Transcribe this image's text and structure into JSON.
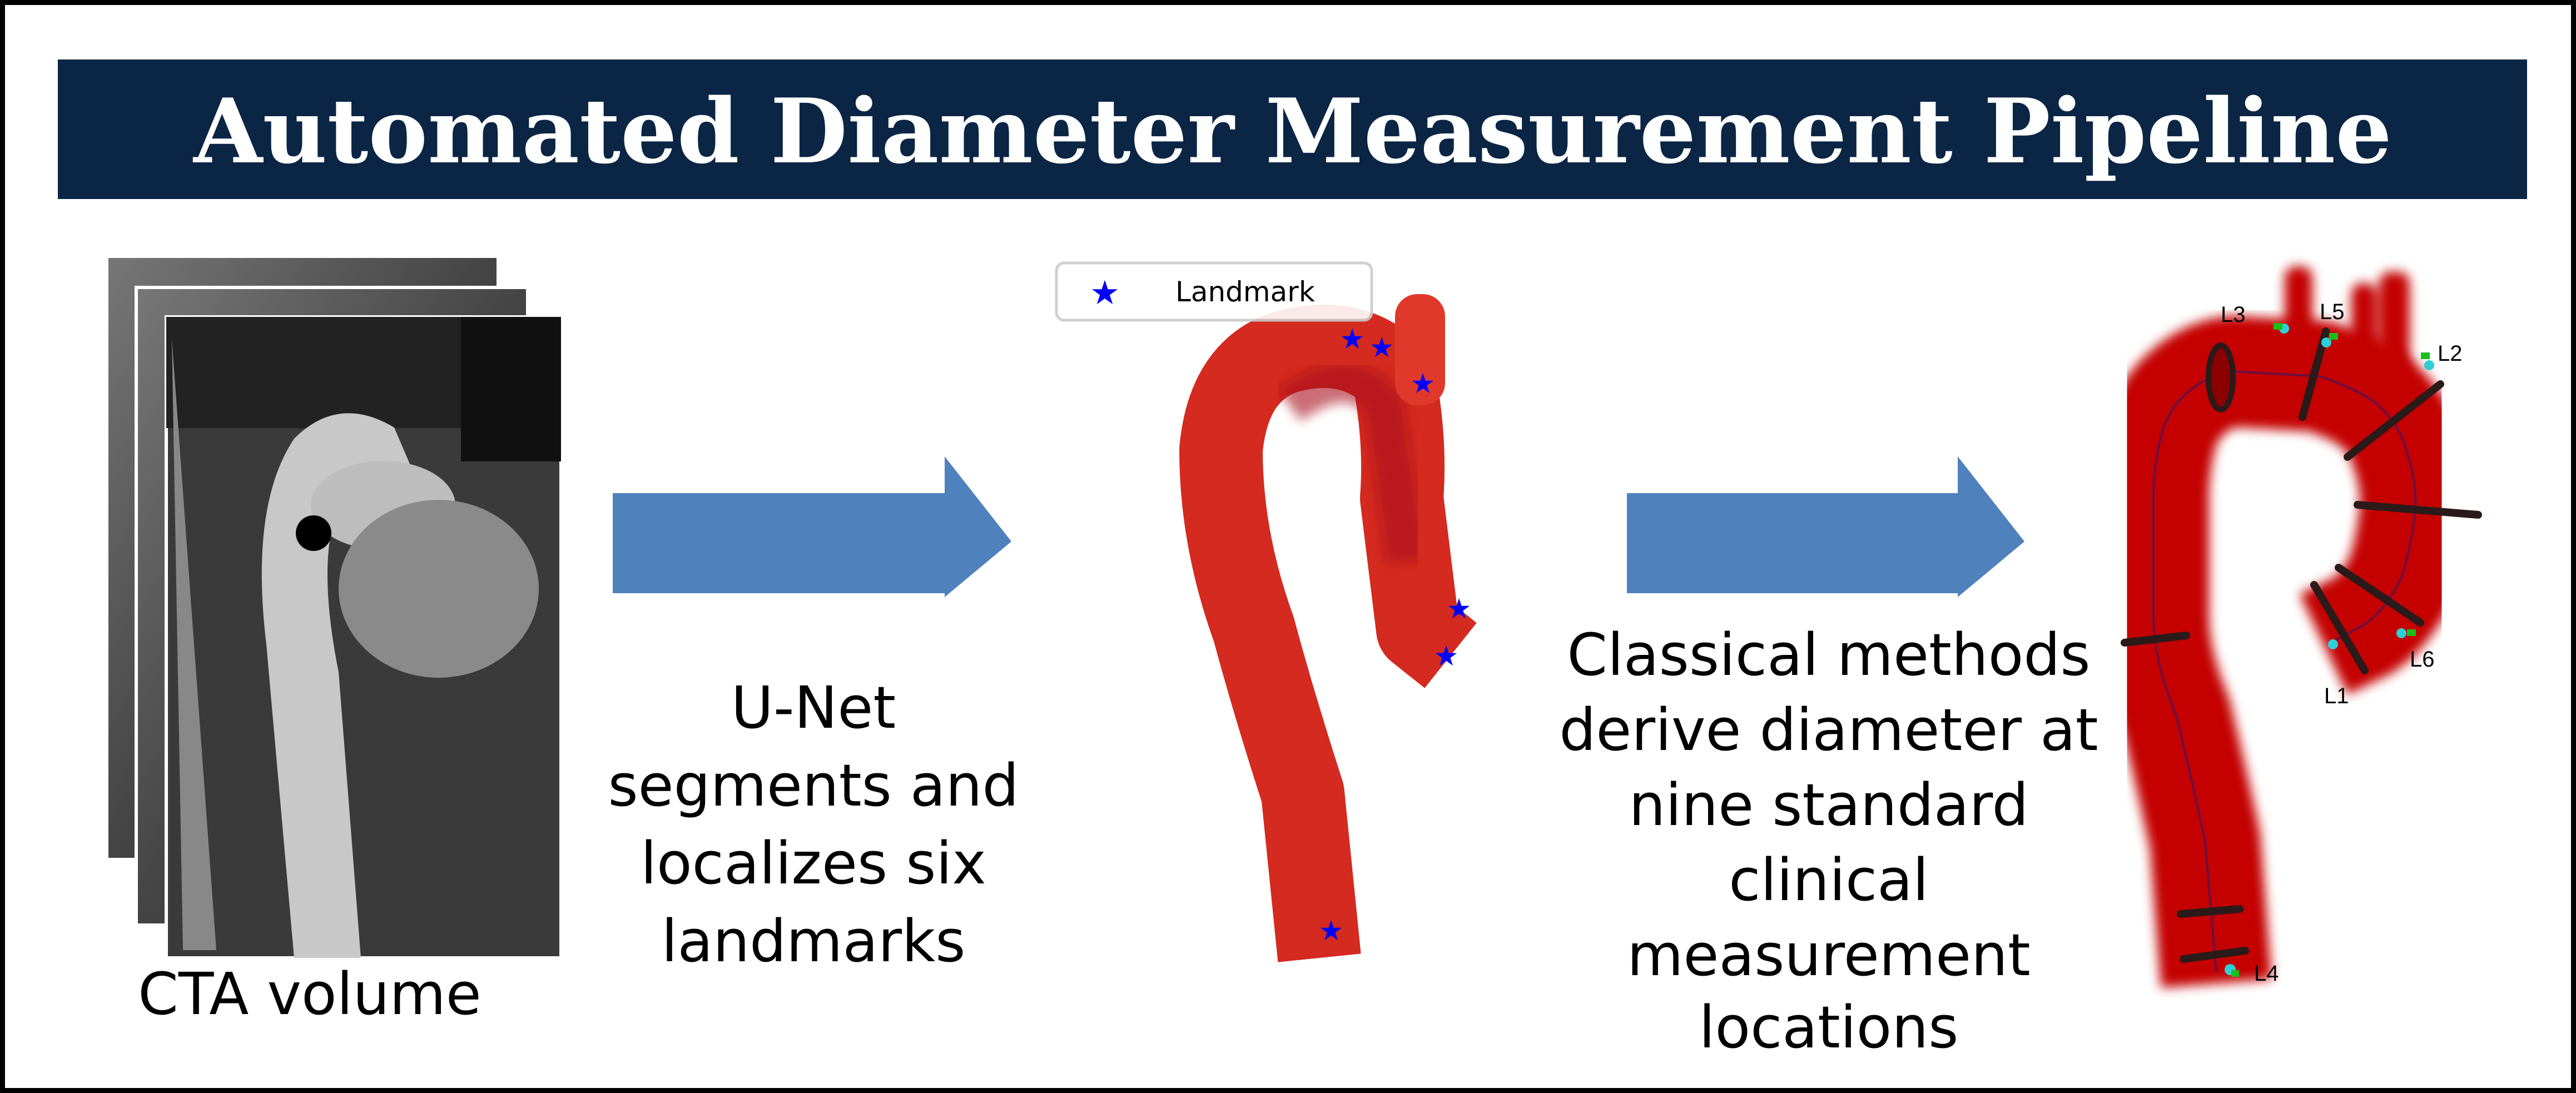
{
  "title": "Automated Diameter Measurement Pipeline",
  "input": {
    "caption": "CTA volume"
  },
  "step1": {
    "lines": [
      "U-Net",
      "segments and",
      "localizes six",
      "landmarks"
    ]
  },
  "segmentation": {
    "legend_label": "Landmark",
    "legend_icon": "star-icon"
  },
  "step2": {
    "lines": [
      "Classical methods",
      "derive diameter at",
      "nine standard",
      "clinical",
      "measurement",
      "locations"
    ]
  },
  "measurement": {
    "landmarks": [
      "L1",
      "L2",
      "L3",
      "L4",
      "L5",
      "L6"
    ]
  },
  "colors": {
    "banner": "#0b2545",
    "arrow": "#4f81bd",
    "segmentation": "#d42a1f",
    "aorta3d": "#c40000",
    "star": "#0000ff"
  }
}
